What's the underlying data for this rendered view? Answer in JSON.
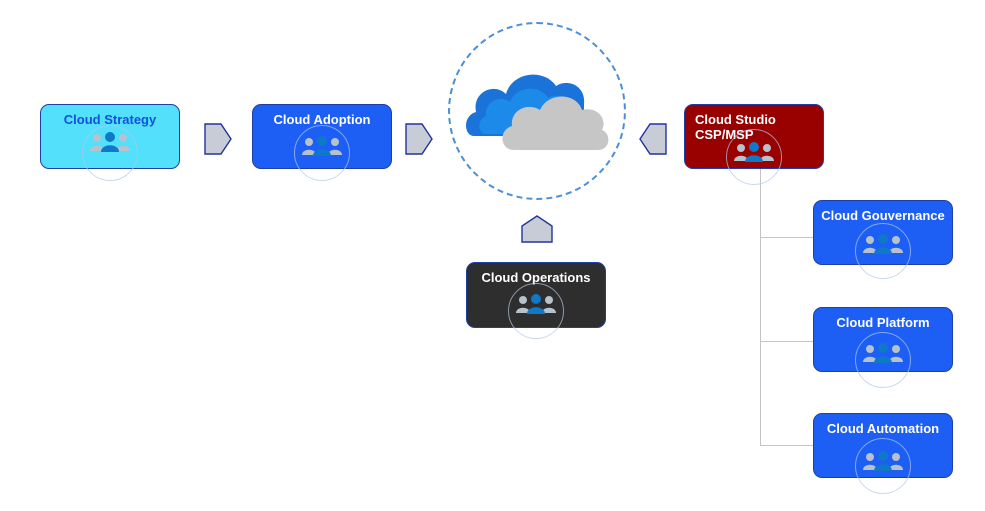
{
  "colors": {
    "strategy": "#52e0fb",
    "adoption": "#1d5ff5",
    "studio": "#990000",
    "operations": "#2e2e2e",
    "gouvernance": "#1d5ff5",
    "platform": "#1d5ff5",
    "automation": "#1d5ff5",
    "arrow_fill": "#c8ccd6",
    "arrow_stroke": "#22349c",
    "connector": "#c4c4c4",
    "hub_border": "#4a8fd8"
  },
  "icons": {
    "people": "people-group-icon",
    "cloud": "cloud-icon",
    "arrow": "arrow-icon"
  },
  "nodes": {
    "strategy": {
      "label": "Cloud Strategy"
    },
    "adoption": {
      "label": "Cloud Adoption"
    },
    "studio": {
      "label": "Cloud Studio\nCSP/MSP"
    },
    "operations": {
      "label": "Cloud Operations"
    },
    "gouvernance": {
      "label": "Cloud Gouvernance"
    },
    "platform": {
      "label": "Cloud Platform"
    },
    "automation": {
      "label": "Cloud Automation"
    }
  }
}
